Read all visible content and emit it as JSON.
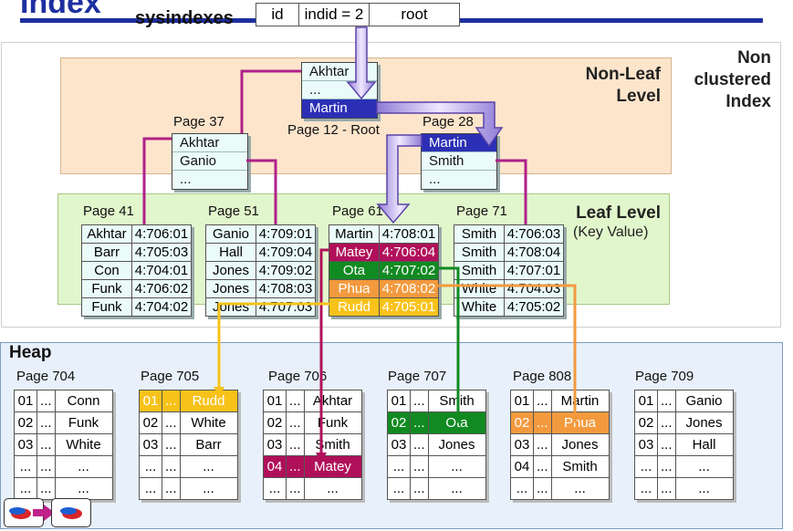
{
  "title": "Index",
  "sysindexes": {
    "label": "sysindexes",
    "cells": [
      "id",
      "indid = 2",
      "root"
    ]
  },
  "non_leaf": {
    "title_line1": "Non-Leaf",
    "title_line2": "Level"
  },
  "index_type": {
    "line1": "Non",
    "line2": "clustered",
    "line3": "Index"
  },
  "leaf": {
    "title": "Leaf Level",
    "subtitle": "(Key Value)"
  },
  "root_page": {
    "label": "Page 12 - Root",
    "rows": [
      "Akhtar",
      "...",
      "Martin"
    ]
  },
  "page37": {
    "label": "Page 37",
    "rows": [
      "Akhtar",
      "Ganio",
      "..."
    ]
  },
  "page28": {
    "label": "Page 28",
    "rows": [
      "Martin",
      "Smith",
      "..."
    ]
  },
  "leaf_pages": [
    {
      "label": "Page 41",
      "rows": [
        [
          "Akhtar",
          "4:706:01"
        ],
        [
          "Barr",
          "4:705:03"
        ],
        [
          "Con",
          "4:704:01"
        ],
        [
          "Funk",
          "4:706:02"
        ],
        [
          "Funk",
          "4:704:02"
        ]
      ]
    },
    {
      "label": "Page 51",
      "rows": [
        [
          "Ganio",
          "4:709:01"
        ],
        [
          "Hall",
          "4:709:04"
        ],
        [
          "Jones",
          "4:709:02"
        ],
        [
          "Jones",
          "4:708:03"
        ],
        [
          "Jones",
          "4:707:03"
        ]
      ]
    },
    {
      "label": "Page 61",
      "rows": [
        [
          "Martin",
          "4:708:01"
        ],
        [
          "Matey",
          "4:706:04"
        ],
        [
          "Ota",
          "4:707:02"
        ],
        [
          "Phua",
          "4:708:02"
        ],
        [
          "Rudd",
          "4:705:01"
        ]
      ]
    },
    {
      "label": "Page 71",
      "rows": [
        [
          "Smith",
          "4:706:03"
        ],
        [
          "Smith",
          "4:708:04"
        ],
        [
          "Smith",
          "4:707:01"
        ],
        [
          "White",
          "4:704:03"
        ],
        [
          "White",
          "4:705:02"
        ]
      ]
    }
  ],
  "heap": {
    "title": "Heap",
    "pages": [
      {
        "label": "Page 704",
        "rows": [
          [
            "01",
            "...",
            "Conn"
          ],
          [
            "02",
            "...",
            "Funk"
          ],
          [
            "03",
            "...",
            "White"
          ],
          [
            "...",
            "...",
            "..."
          ],
          [
            "...",
            "...",
            "..."
          ]
        ]
      },
      {
        "label": "Page 705",
        "rows": [
          [
            "01",
            "...",
            "Rudd"
          ],
          [
            "02",
            "...",
            "White"
          ],
          [
            "03",
            "...",
            "Barr"
          ],
          [
            "...",
            "...",
            "..."
          ],
          [
            "...",
            "...",
            "..."
          ]
        ]
      },
      {
        "label": "Page 706",
        "rows": [
          [
            "01",
            "...",
            "Akhtar"
          ],
          [
            "02",
            "...",
            "Funk"
          ],
          [
            "03",
            "...",
            "Smith"
          ],
          [
            "04",
            "...",
            "Matey"
          ],
          [
            "...",
            "...",
            "..."
          ]
        ]
      },
      {
        "label": "Page 707",
        "rows": [
          [
            "01",
            "...",
            "Smith"
          ],
          [
            "02",
            "...",
            "Ota"
          ],
          [
            "03",
            "...",
            "Jones"
          ],
          [
            "...",
            "...",
            "..."
          ],
          [
            "...",
            "...",
            "..."
          ]
        ]
      },
      {
        "label": "Page 808",
        "rows": [
          [
            "01",
            "...",
            "Martin"
          ],
          [
            "02",
            "...",
            "Phua"
          ],
          [
            "03",
            "...",
            "Jones"
          ],
          [
            "04",
            "...",
            "Smith"
          ],
          [
            "...",
            "...",
            "..."
          ]
        ]
      },
      {
        "label": "Page 709",
        "rows": [
          [
            "01",
            "...",
            "Ganio"
          ],
          [
            "02",
            "...",
            "Jones"
          ],
          [
            "03",
            "...",
            "Hall"
          ],
          [
            "...",
            "...",
            "..."
          ],
          [
            "...",
            "...",
            "..."
          ]
        ]
      }
    ]
  },
  "colors": {
    "title_blue": "#1e2fa0",
    "highlight_blue": "#2b2fb5",
    "magenta": "#b0105a",
    "green": "#118a22",
    "orange": "#f39a3e",
    "yellow": "#f7c21a",
    "connector_purple": "#b0208a",
    "nonleaf_band": "#fde5cc",
    "leaf_band": "#e2f6cc",
    "heap_band": "#e8f1fb"
  },
  "nav_icons": [
    "previous-slide-icon",
    "next-slide-icon"
  ]
}
